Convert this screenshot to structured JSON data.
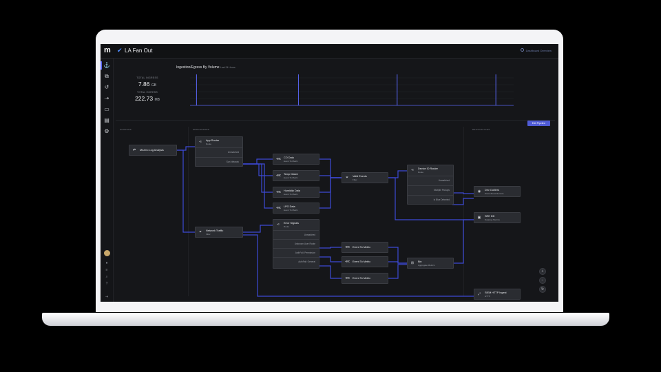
{
  "app": {
    "title": "LA Fan Out",
    "top_right_link": "Dashboard Overview"
  },
  "sidebar": {
    "items": [
      {
        "icon": "pipeline-icon"
      },
      {
        "icon": "sources-icon"
      },
      {
        "icon": "history-icon"
      },
      {
        "icon": "routes-icon"
      },
      {
        "icon": "monitor-icon"
      },
      {
        "icon": "storage-icon"
      },
      {
        "icon": "settings-icon"
      }
    ]
  },
  "stats": {
    "ingress_label": "TOTAL INGRESS",
    "ingress_value": "7.86",
    "ingress_unit": "GB",
    "egress_label": "TOTAL EGRESS",
    "egress_value": "222.73",
    "egress_unit": "MB"
  },
  "chart_data": {
    "type": "line",
    "title": "Ingestion/Egress By Volume",
    "subtitle": "Last 24 Hours",
    "spikes_at_fraction": [
      0.02,
      0.335,
      0.64,
      0.945
    ],
    "color": "#5865f2"
  },
  "pipeline": {
    "columns": [
      "SOURCES",
      "PROCESSORS",
      "DESTINATIONS"
    ],
    "edit_button": "Edit Pipeline",
    "nodes": {
      "source": {
        "title": "Mezmo Log Analysis",
        "sub": ""
      },
      "app_router": {
        "title": "App Router",
        "sub": "Route",
        "routes": [
          "Unmatched",
          "Sun Network"
        ]
      },
      "network_traffic": {
        "title": "Network Traffic",
        "sub": "Filter"
      },
      "co2": {
        "title": "CO Data",
        "sub": "Event To Metric"
      },
      "temp": {
        "title": "Temp Match",
        "sub": "Event To Metric"
      },
      "humidity": {
        "title": "Humidity Data",
        "sub": "Event To Metric"
      },
      "lpg": {
        "title": "LPG Data",
        "sub": "Event To Metric"
      },
      "valid_events": {
        "title": "Valid Events",
        "sub": "Filter"
      },
      "device_router": {
        "title": "Device ID Router",
        "sub": "Route",
        "routes": [
          "Unmatched",
          "Multiple Pickups",
          "Is Blue Detected"
        ]
      },
      "error_signals": {
        "title": "Error Signals",
        "sub": "Route",
        "routes": [
          "Unmatched",
          "Unknown User Route",
          "AuthFail: Permission",
          "AuthFail: General"
        ]
      },
      "etm1": {
        "title": "Event To Metric",
        "sub": ""
      },
      "etm2": {
        "title": "Event To Metric",
        "sub": ""
      },
      "etm3": {
        "title": "Event To Metric",
        "sub": ""
      },
      "aggregate": {
        "title": "Bin",
        "sub": "Aggregate Metrics"
      },
      "dest1": {
        "title": "Dev Outliers",
        "sub": "Prometheus Remote"
      },
      "dest2": {
        "title": "SRE DD",
        "sub": "Datadog Metrics"
      },
      "dest3": {
        "title": "SIEM HTTP Ingest",
        "sub": "HTTP"
      }
    }
  }
}
